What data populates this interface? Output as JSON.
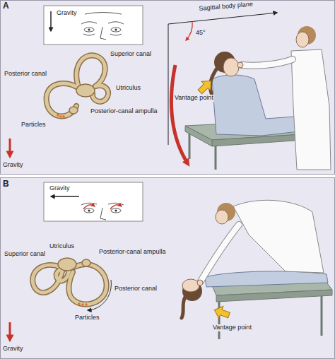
{
  "diagram": {
    "labels": [
      "A",
      "Gravity",
      "Superior canal",
      "Posterior canal",
      "Utriculus",
      "Posterior-canal ampulla",
      "Particles",
      "Gravity",
      "Sagittal body plane",
      "45°",
      "Vantage point",
      "B",
      "Gravity",
      "Utriculus",
      "Superior canal",
      "Posterior-canal ampulla",
      "Posterior canal",
      "Particles",
      "Gravity",
      "Vantage point"
    ]
  }
}
